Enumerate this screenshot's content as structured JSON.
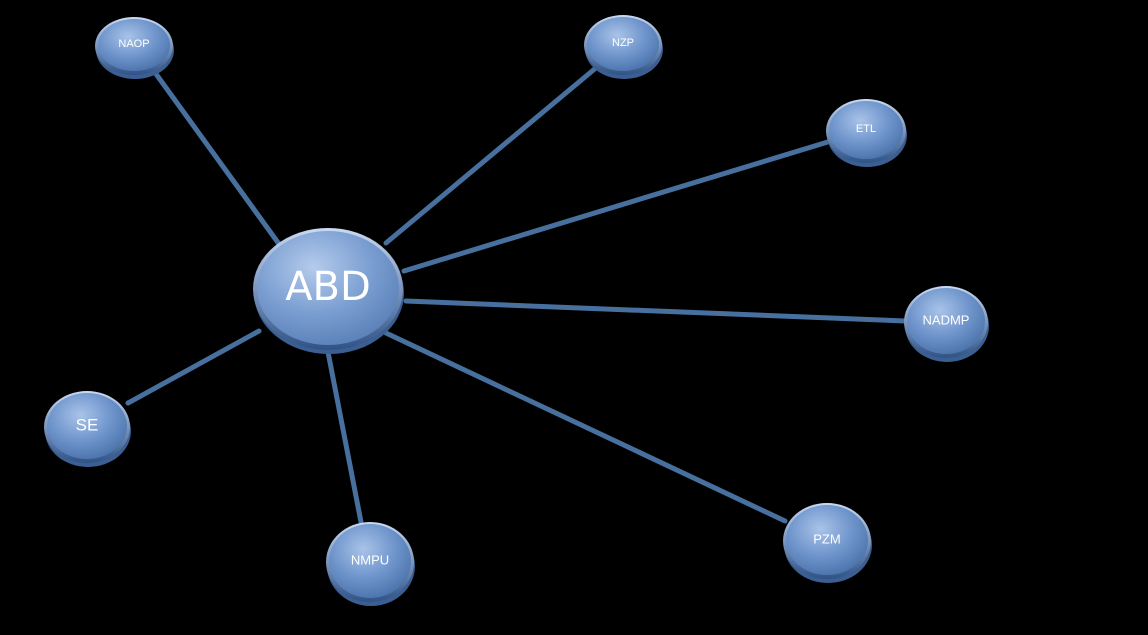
{
  "diagram": {
    "center": {
      "id": "abd",
      "label": "ABD"
    },
    "nodes": [
      {
        "id": "naop",
        "label": "NAOP"
      },
      {
        "id": "nzp",
        "label": "NZP"
      },
      {
        "id": "etl",
        "label": "ETL"
      },
      {
        "id": "nadmp",
        "label": "NADMP"
      },
      {
        "id": "pzm",
        "label": "PZM"
      },
      {
        "id": "nmpu",
        "label": "NMPU"
      },
      {
        "id": "se",
        "label": "SE"
      }
    ],
    "edges": [
      {
        "from": "abd",
        "to": "naop"
      },
      {
        "from": "abd",
        "to": "nzp"
      },
      {
        "from": "abd",
        "to": "etl"
      },
      {
        "from": "abd",
        "to": "nadmp"
      },
      {
        "from": "abd",
        "to": "pzm"
      },
      {
        "from": "abd",
        "to": "nmpu"
      },
      {
        "from": "abd",
        "to": "se"
      }
    ],
    "colors": {
      "background": "#000000",
      "node_fill": "#6f95cc",
      "node_light": "#a9c3e8",
      "node_shadow": "#3b5f92",
      "edge": "#47709e",
      "text": "#ffffff"
    }
  }
}
